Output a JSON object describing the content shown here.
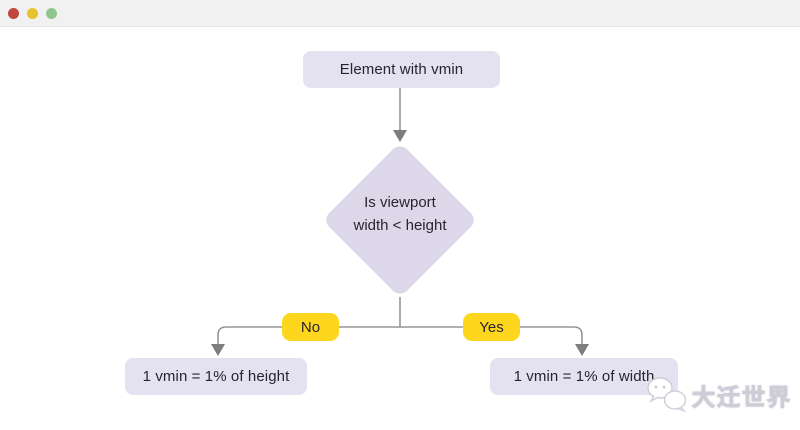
{
  "titlebar": {
    "dots": [
      {
        "name": "close",
        "color": "#c2453f"
      },
      {
        "name": "minimize",
        "color": "#e6c22f"
      },
      {
        "name": "maximize",
        "color": "#8fc78f"
      }
    ]
  },
  "flowchart": {
    "start_label": "Element with vmin",
    "decision_label": "Is viewport width < height",
    "branch_no_label": "No",
    "branch_yes_label": "Yes",
    "result_no_label": "1 vmin = 1% of height",
    "result_yes_label": "1 vmin = 1% of width"
  },
  "watermark": {
    "icon": "wechat-icon",
    "text": "大迁世界"
  },
  "colors": {
    "node_fill": "#e4e1f1",
    "decision_fill": "#dcd8e9",
    "branch_fill": "#ffd61e",
    "connector": "#969696",
    "arrowhead": "#7d7d7d",
    "text": "#28242f",
    "titlebar_bg": "#f1f1f1",
    "background": "#ffffff"
  }
}
